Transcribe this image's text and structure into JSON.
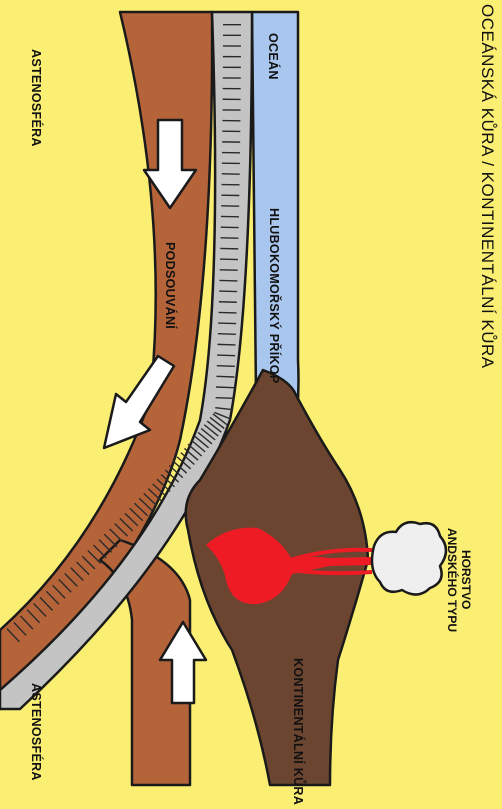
{
  "title": "OCEÁNSKÁ KŮRA / KONTINENTÁLNÍ KŮRA",
  "labels": {
    "ocean": "OCEÁN",
    "trench": "HLUBOKOMOŘSKÝ PŘÍKOP",
    "mountains_line1": "HORSTVO",
    "mountains_line2": "ANDSKÉHO TYPU",
    "subduction": "PODSOUVÁNÍ",
    "continental_crust": "KONTINENTÁLNÍ KŮRA",
    "asthenosphere_top": "ASTENOSFÉRA",
    "asthenosphere_bottom": "ASTENOSFÉRA"
  },
  "colors": {
    "asthenosphere": "#fbef73",
    "lithosphere": "#b5643a",
    "oceanic_crust": "#c4c4c4",
    "ocean": "#a9c6ee",
    "continental_crust": "#6b4530",
    "magma": "#ee1b24",
    "smoke": "#efefef",
    "arrow": "#ffffff"
  },
  "icons": {
    "arrow_down_1": "arrow-down-icon",
    "arrow_down_2": "arrow-down-left-icon",
    "arrow_up": "arrow-up-icon",
    "volcano_plume": "cloud-icon",
    "magma_chamber": "magma-drop-icon"
  }
}
